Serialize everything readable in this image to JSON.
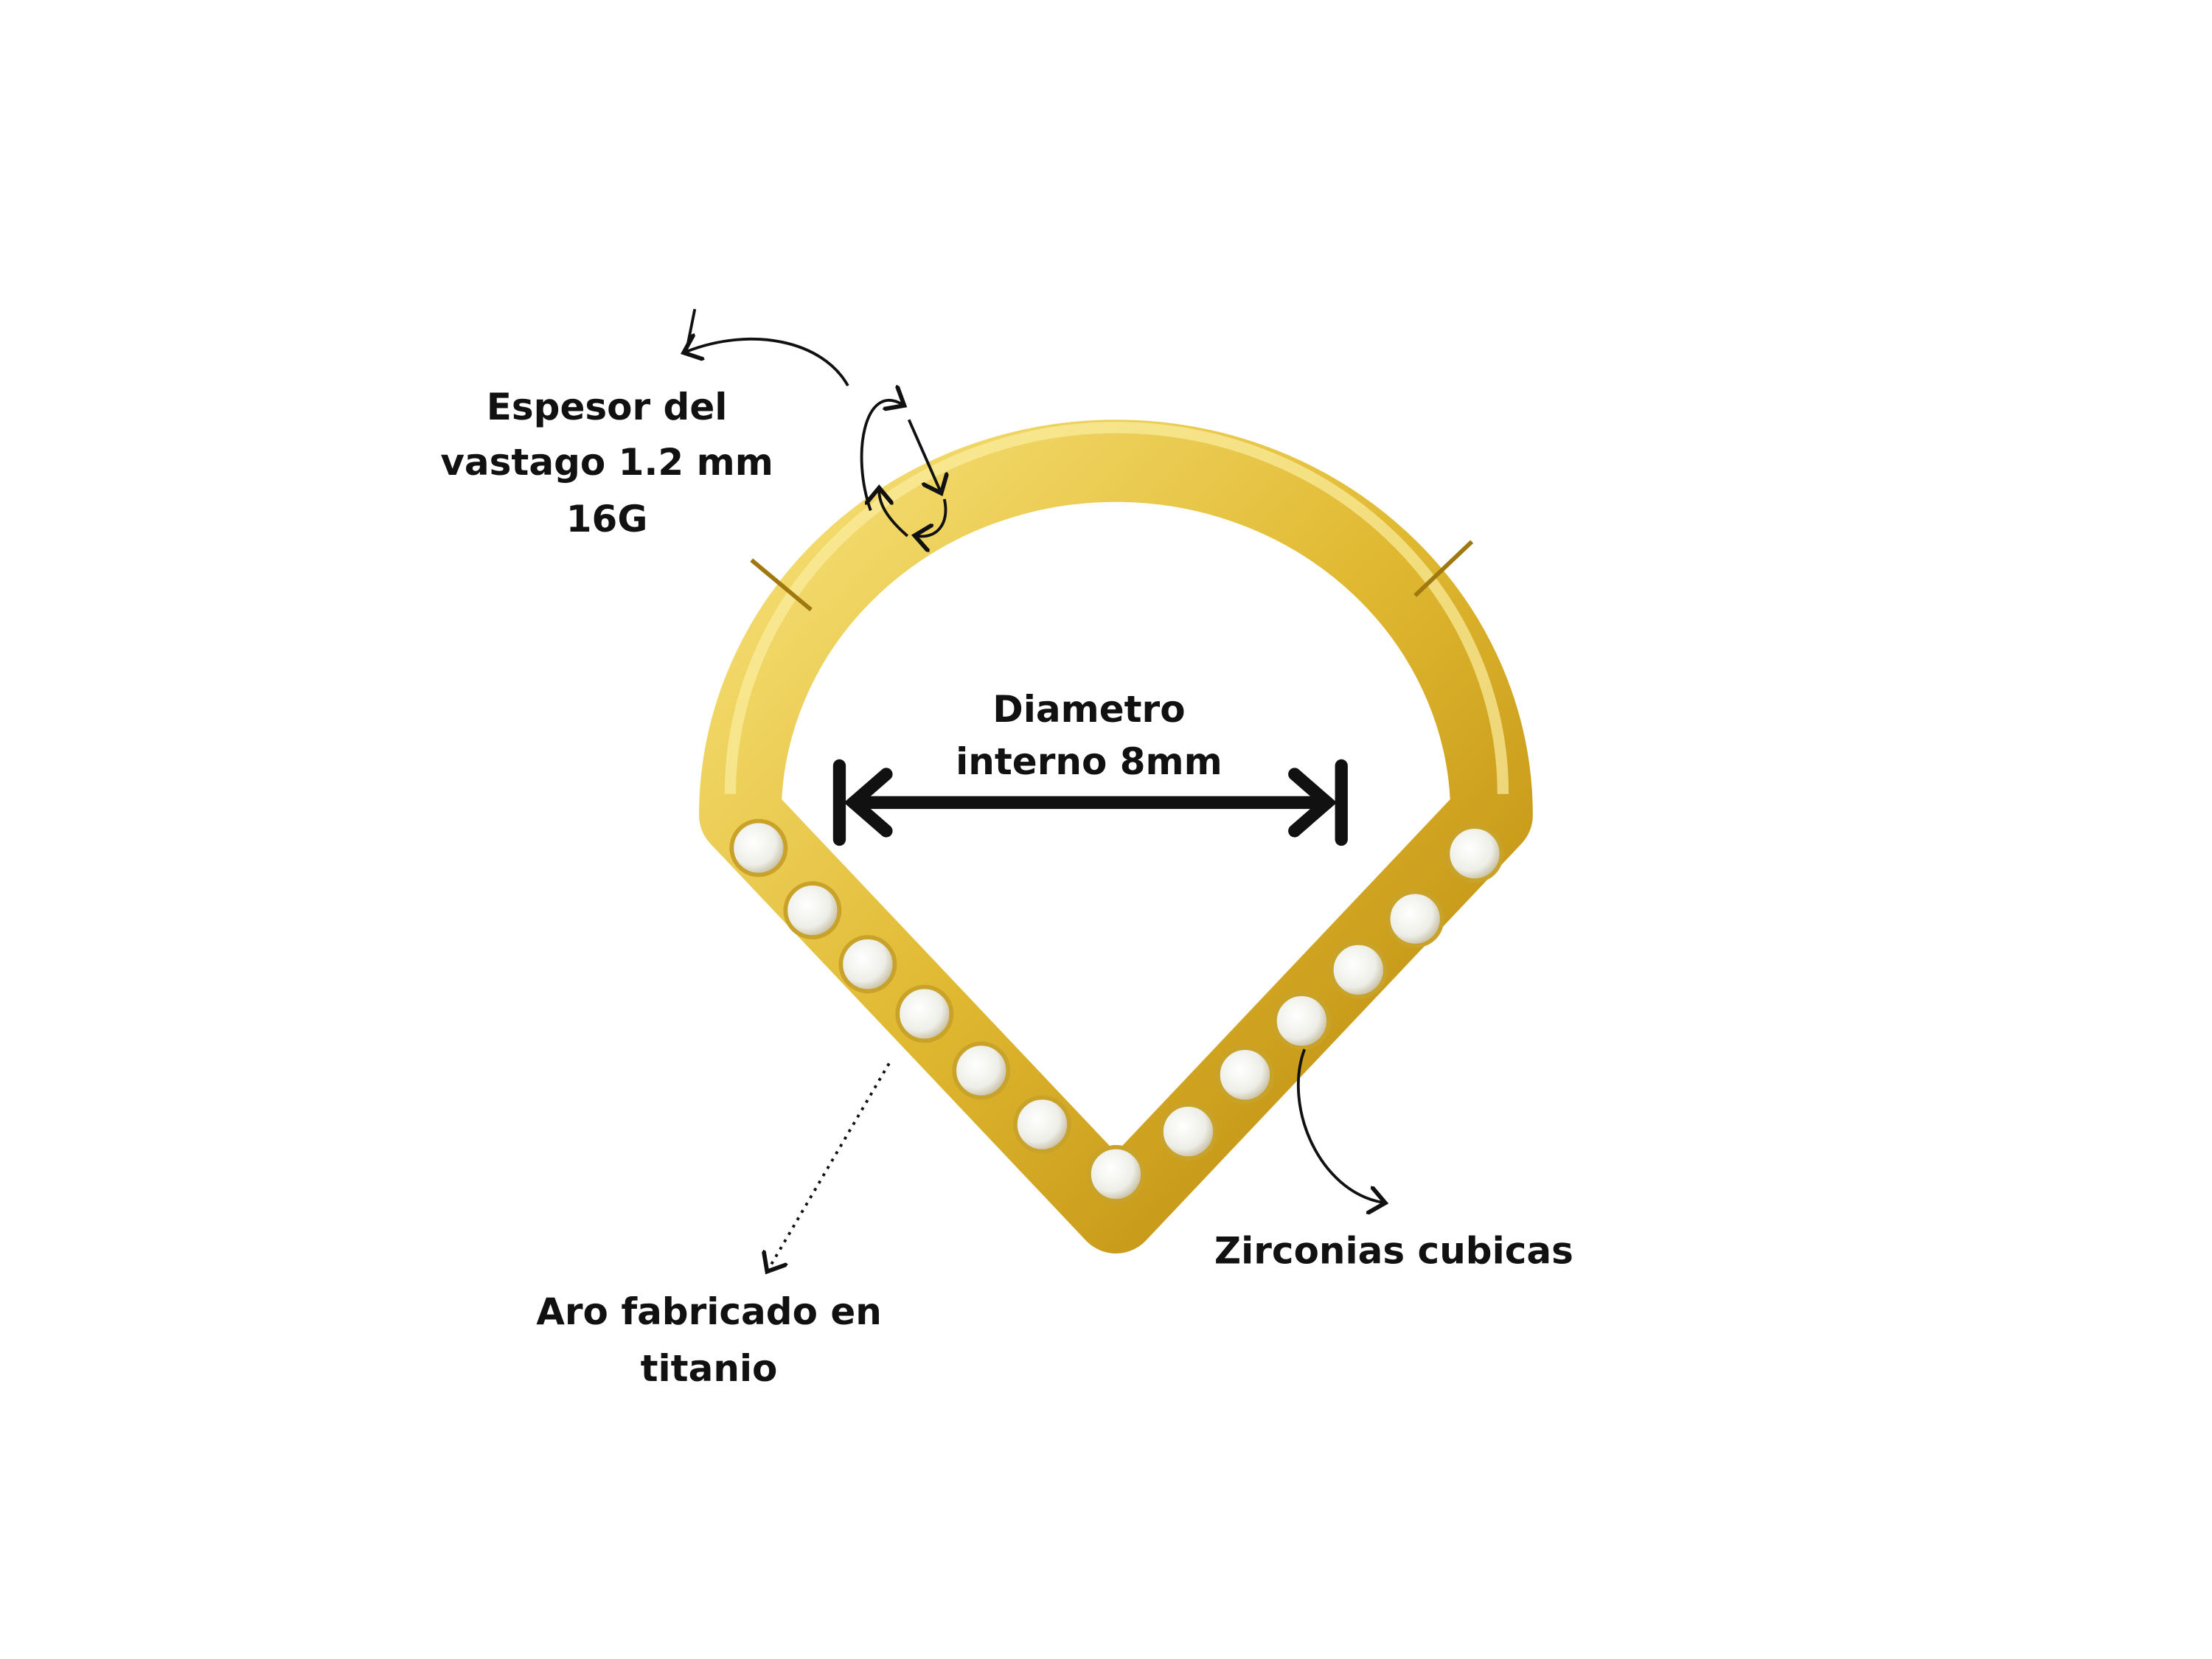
{
  "labels": {
    "thickness": [
      "Espesor del",
      "vastago 1.2 mm",
      "16G"
    ],
    "diameter": [
      "Diametro",
      "interno 8mm"
    ],
    "stones": "Zirconias cubicas",
    "material": [
      "Aro fabricado en",
      "titanio"
    ]
  },
  "colors": {
    "gold_light": "#f7e27a",
    "gold": "#e0b830",
    "gold_dark": "#b8860b",
    "stone": "#f4f4f0",
    "ink": "#111111"
  }
}
